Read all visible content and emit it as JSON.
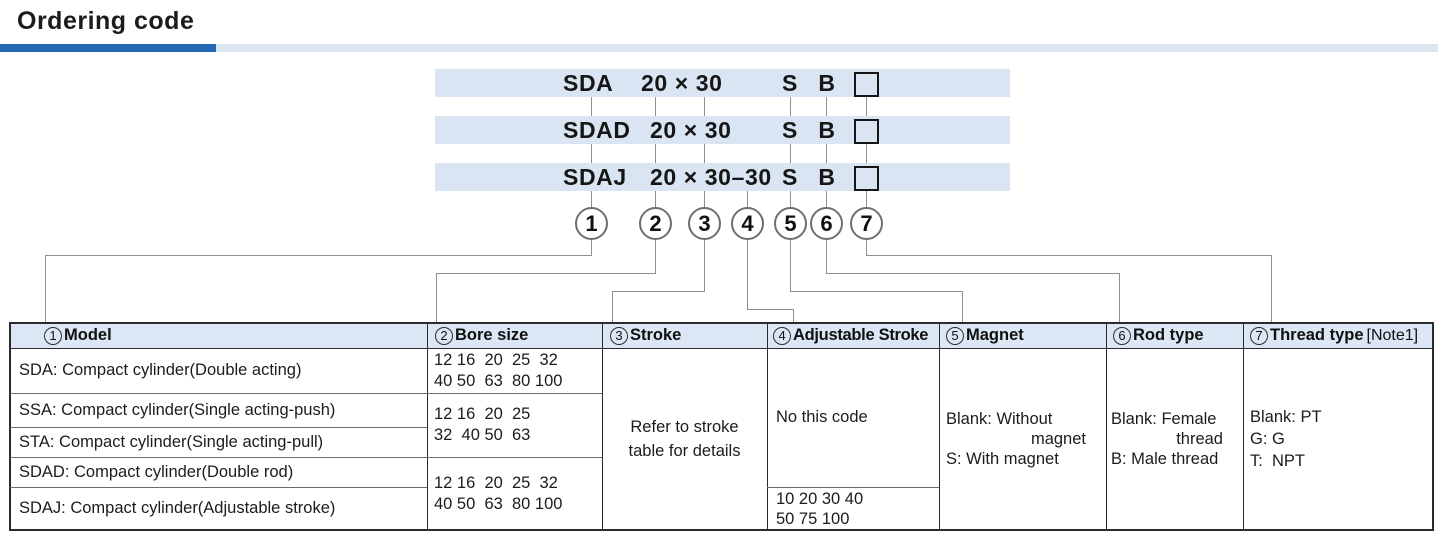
{
  "title": "Ordering code",
  "codes": [
    {
      "model": "SDA",
      "size": "20 × 30",
      "magnet": "S",
      "rod": "B"
    },
    {
      "model": "SDAD",
      "size": "20 × 30",
      "magnet": "S",
      "rod": "B"
    },
    {
      "model": "SDAJ",
      "size": "20 × 30–30",
      "magnet": "S",
      "rod": "B"
    }
  ],
  "callouts": [
    "1",
    "2",
    "3",
    "4",
    "5",
    "6",
    "7"
  ],
  "table": {
    "headers": [
      {
        "num": "1",
        "label": "Model",
        "suffix": ""
      },
      {
        "num": "2",
        "label": "Bore size",
        "suffix": ""
      },
      {
        "num": "3",
        "label": "Stroke",
        "suffix": ""
      },
      {
        "num": "4",
        "label": "Adjustable Stroke",
        "suffix": ""
      },
      {
        "num": "5",
        "label": "Magnet",
        "suffix": ""
      },
      {
        "num": "6",
        "label": "Rod type",
        "suffix": ""
      },
      {
        "num": "7",
        "label": "Thread type",
        "suffix": "[Note1]"
      }
    ],
    "models": [
      "SDA: Compact cylinder(Double acting)",
      "SSA: Compact cylinder(Single acting-push)",
      "STA: Compact cylinder(Single acting-pull)",
      "SDAD: Compact cylinder(Double rod)",
      "SDAJ: Compact cylinder(Adjustable stroke)"
    ],
    "bore": {
      "sda": [
        "12 16  20  25  32",
        "40 50  63  80 100"
      ],
      "ssa_sta": [
        "12 16  20  25",
        "32  40 50  63"
      ],
      "sdad_sdaj": [
        "12 16  20  25  32",
        "40 50  63  80 100"
      ]
    },
    "stroke": [
      "Refer to stroke",
      "table for details"
    ],
    "adjustable": {
      "top": "No this code",
      "bottom": [
        "10 20 30 40",
        "50 75 100"
      ]
    },
    "magnet": [
      "Blank: Without",
      "magnet",
      "S: With magnet"
    ],
    "rod_type": [
      "Blank: Female",
      "thread",
      "B: Male thread"
    ],
    "thread_type": [
      "Blank: PT",
      "G: G",
      "T:  NPT"
    ]
  },
  "colors": {
    "accent_dark": "#2268b2",
    "accent_light": "#dce7f3",
    "code_bar_bg": "#d9e5f2",
    "table_header_bg": "#dbe7f5"
  }
}
